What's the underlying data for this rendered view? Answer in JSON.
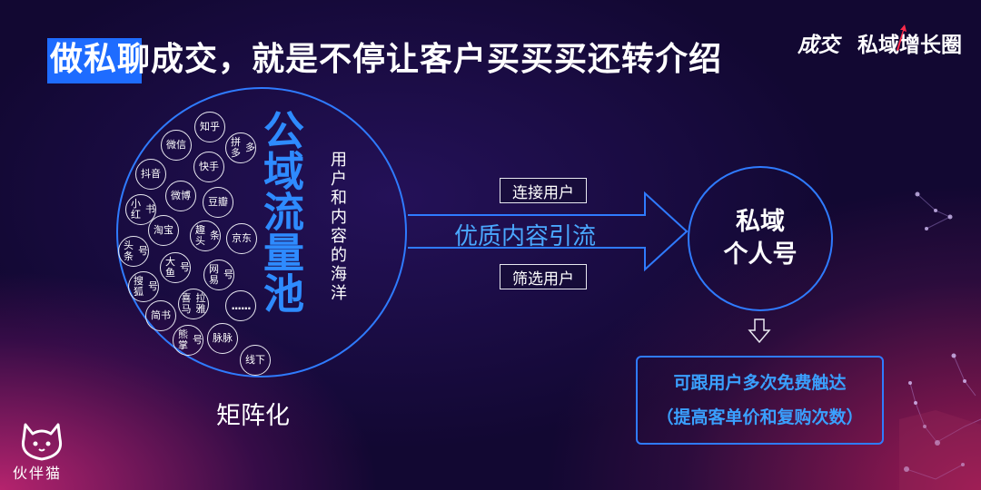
{
  "title": "做私聊成交，就是不停让客户买买买还转介绍",
  "brands": {
    "chengjiao": "成交",
    "siyu_growth": "私域增长圈"
  },
  "platforms": [
    [
      "知乎"
    ],
    [
      "微信"
    ],
    [
      "拼多",
      "多"
    ],
    [
      "快手"
    ],
    [
      "抖音"
    ],
    [
      "微博"
    ],
    [
      "豆瓣"
    ],
    [
      "小红",
      "书"
    ],
    [
      "淘宝"
    ],
    [
      "趣头",
      "条"
    ],
    [
      "京东"
    ],
    [
      "头条",
      "号"
    ],
    [
      "大鱼",
      "号"
    ],
    [
      "网易",
      "号"
    ],
    [
      "搜狐",
      "号"
    ],
    [
      "喜马",
      "拉雅"
    ],
    [
      "......"
    ],
    [
      "简书"
    ],
    [
      "熊掌",
      "号"
    ],
    [
      "脉脉"
    ],
    [
      "线下"
    ]
  ],
  "pool_label": "公域流量池",
  "pool_desc": "用户和内容的海洋",
  "matrix_label": "矩阵化",
  "arrow": {
    "top_box": "连接用户",
    "main_text": "优质内容引流",
    "bottom_box": "筛选用户"
  },
  "private": {
    "line1": "私域",
    "line2": "个人号"
  },
  "result": {
    "line1": "可跟用户多次免费触达",
    "line2": "（提高客单价和复购次数）"
  },
  "logo": {
    "text": "伙伴猫"
  },
  "colors": {
    "accent_blue": "#2f7bff",
    "text_blue": "#3aa0ff",
    "title_bar": "#1e6cff"
  }
}
